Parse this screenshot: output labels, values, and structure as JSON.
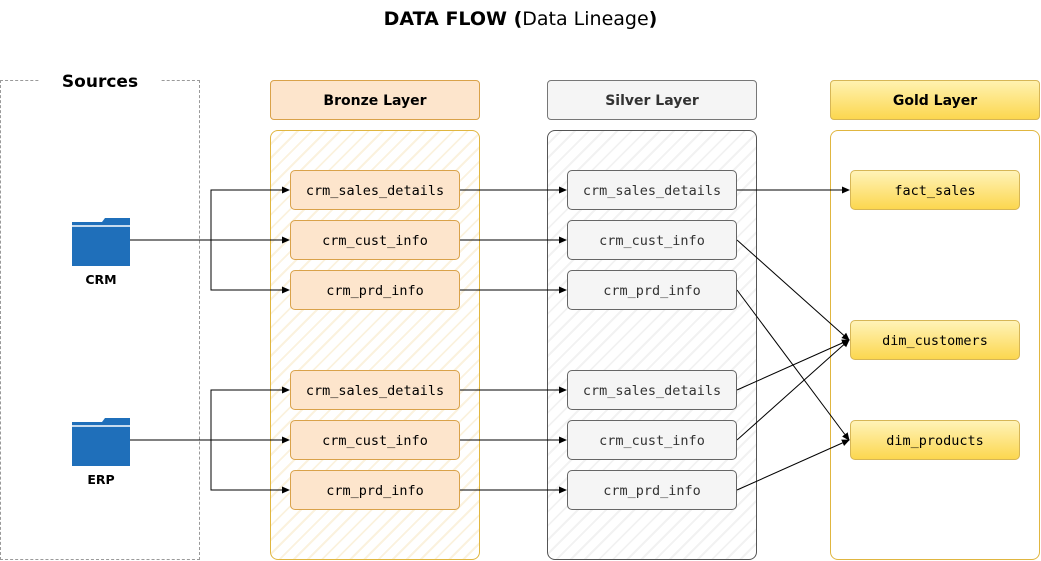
{
  "title": {
    "bold": "DATA FLOW (",
    "normal": "Data Lineage",
    "close": ")"
  },
  "sources": {
    "label": "Sources",
    "items": [
      {
        "label": "CRM",
        "icon": "folder-icon"
      },
      {
        "label": "ERP",
        "icon": "folder-icon"
      }
    ]
  },
  "layers": {
    "bronze": {
      "label": "Bronze Layer",
      "color": "#fde5cc",
      "nodes": [
        "crm_sales_details",
        "crm_cust_info",
        "crm_prd_info",
        "crm_sales_details",
        "crm_cust_info",
        "crm_prd_info"
      ]
    },
    "silver": {
      "label": "Silver Layer",
      "color": "#f5f5f5",
      "nodes": [
        "crm_sales_details",
        "crm_cust_info",
        "crm_prd_info",
        "crm_sales_details",
        "crm_cust_info",
        "crm_prd_info"
      ]
    },
    "gold": {
      "label": "Gold Layer",
      "color": "#fcd74f",
      "nodes": [
        "fact_sales",
        "dim_customers",
        "dim_products"
      ]
    }
  },
  "folder_color": "#1f6fba"
}
